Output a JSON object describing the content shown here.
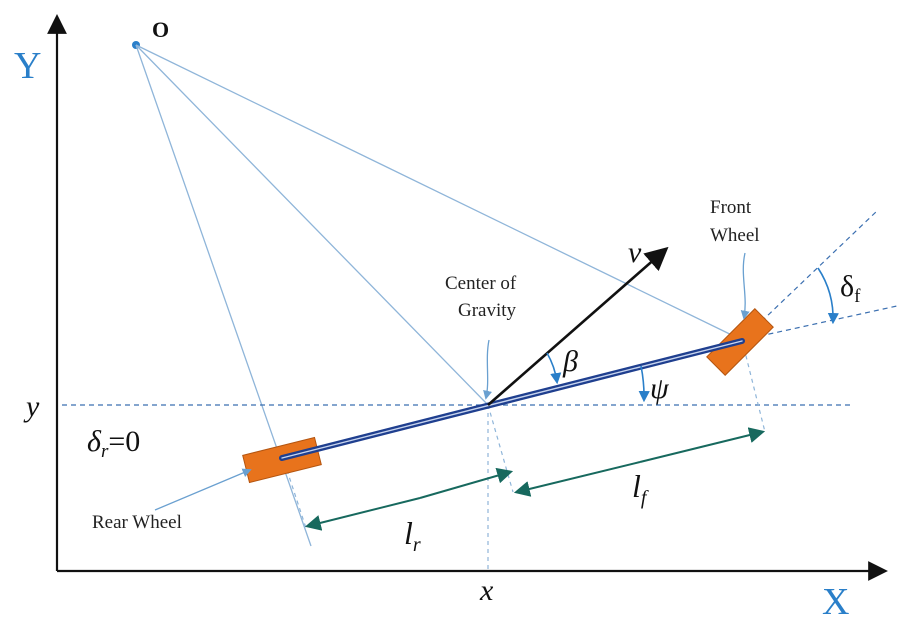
{
  "axes": {
    "x_label": "X",
    "y_label": "Y",
    "origin_label": "O"
  },
  "labels": {
    "y_coord": "y",
    "x_coord": "x",
    "rear_steer": "δr=0",
    "rear_steer_symbol": "δ",
    "rear_steer_sub": "r",
    "rear_steer_eq": "=0",
    "front_steer_symbol": "δ",
    "front_steer_sub": "f",
    "velocity": "v",
    "beta": "β",
    "psi": "ψ",
    "lr_main": "l",
    "lr_sub": "r",
    "lf_main": "l",
    "lf_sub": "f",
    "center_of_gravity_line1": "Center of",
    "center_of_gravity_line2": "Gravity",
    "front_wheel_line1": "Front",
    "front_wheel_line2": "Wheel",
    "rear_wheel": "Rear Wheel"
  },
  "colors": {
    "axis": "#111111",
    "axis_label": "#2a7fc9",
    "guide_line": "#8fb5d9",
    "dashed": "#3b6fb0",
    "vehicle_body": "#1f3f8f",
    "wheel": "#e8731c",
    "dimension_arrow": "#17695e",
    "angle_arrow": "#2a7fc9"
  }
}
